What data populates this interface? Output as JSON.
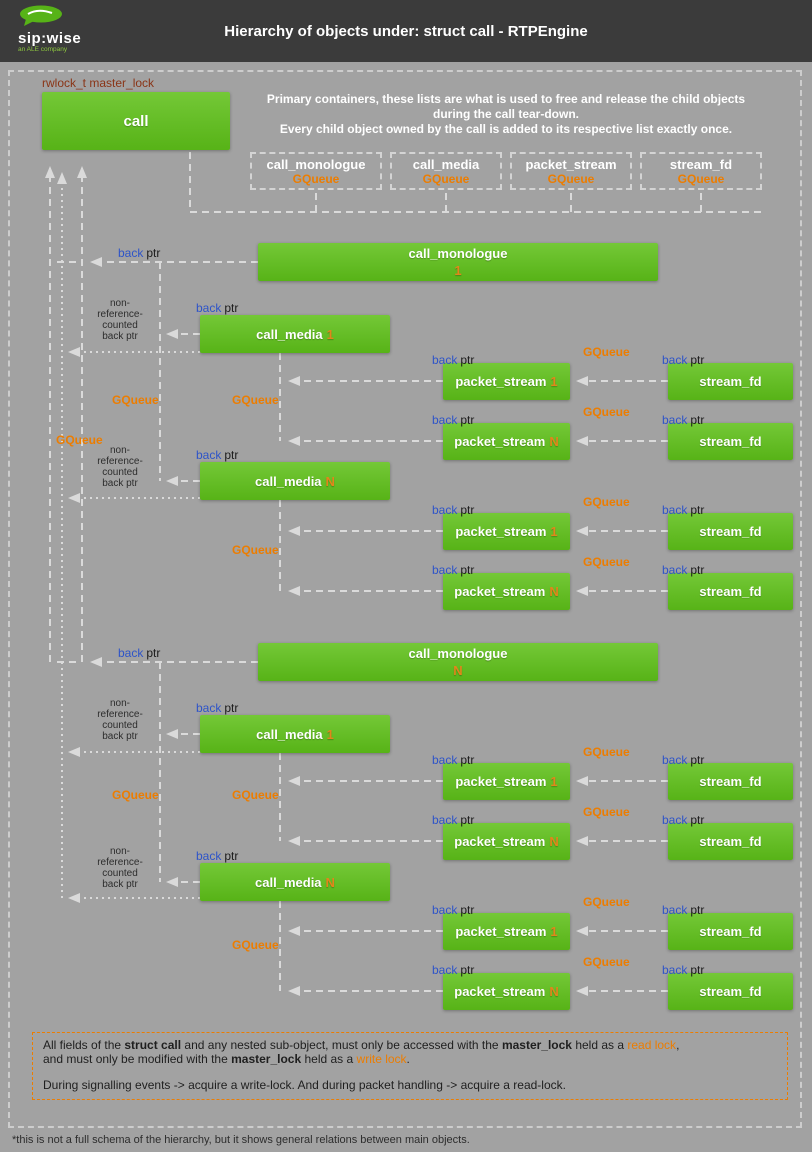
{
  "header": {
    "title": "Hierarchy of objects under: struct call - RTPEngine",
    "logo": {
      "name": "sip:wise",
      "tagline": "an ALE company"
    }
  },
  "master_lock_label": "rwlock_t master_lock",
  "call": {
    "label": "call"
  },
  "intro": {
    "line1": "Primary containers, these lists are what is used to free and release the child objects during the call tear-down.",
    "line2": "Every child object owned by the call is added to its respective list exactly once."
  },
  "containers": [
    {
      "name": "call_monologue",
      "type": "GQueue"
    },
    {
      "name": "call_media",
      "type": "GQueue"
    },
    {
      "name": "packet_stream",
      "type": "GQueue"
    },
    {
      "name": "stream_fd",
      "type": "GQueue"
    }
  ],
  "labels": {
    "back": "back",
    "ptr": "ptr",
    "gqueue": "GQueue",
    "non_ref_lines": [
      "non-",
      "reference-",
      "counted",
      "back ptr"
    ]
  },
  "monologues": [
    {
      "name": "call_monologue",
      "suffix": "1",
      "media": [
        {
          "name": "call_media",
          "suffix": "1",
          "streams": [
            {
              "ps_name": "packet_stream",
              "ps_suffix": "1",
              "fd_name": "stream_fd"
            },
            {
              "ps_name": "packet_stream",
              "ps_suffix": "N",
              "fd_name": "stream_fd"
            }
          ]
        },
        {
          "name": "call_media",
          "suffix": "N",
          "streams": [
            {
              "ps_name": "packet_stream",
              "ps_suffix": "1",
              "fd_name": "stream_fd"
            },
            {
              "ps_name": "packet_stream",
              "ps_suffix": "N",
              "fd_name": "stream_fd"
            }
          ]
        }
      ]
    },
    {
      "name": "call_monologue",
      "suffix": "N",
      "media": [
        {
          "name": "call_media",
          "suffix": "1",
          "streams": [
            {
              "ps_name": "packet_stream",
              "ps_suffix": "1",
              "fd_name": "stream_fd"
            },
            {
              "ps_name": "packet_stream",
              "ps_suffix": "N",
              "fd_name": "stream_fd"
            }
          ]
        },
        {
          "name": "call_media",
          "suffix": "N",
          "streams": [
            {
              "ps_name": "packet_stream",
              "ps_suffix": "1",
              "fd_name": "stream_fd"
            },
            {
              "ps_name": "packet_stream",
              "ps_suffix": "N",
              "fd_name": "stream_fd"
            }
          ]
        }
      ]
    }
  ],
  "legend": {
    "a1": "All fields of the ",
    "a2": "struct call",
    "a3": " and any nested sub-object, must only be accessed with the ",
    "a4": "master_lock",
    "a5": " held as a ",
    "a6": "read lock",
    "a7": ",",
    "b1": "and must only be modified with the ",
    "b2": "master_lock",
    "b3": " held as a ",
    "b4": "write lock",
    "b5": ".",
    "c": "During signalling events -> acquire a write-lock. And during packet handling -> acquire a read-lock."
  },
  "footnote": "*this is not a full schema of the hierarchy, but it shows general relations between main objects.",
  "colors": {
    "green": "#57b317",
    "green-light": "#74c837",
    "orange": "#ec7d01",
    "suffix-orange": "#e1861b",
    "blue": "#2e54c8",
    "dark-red": "#8a3517",
    "line": "#dadada",
    "bg": "#a2a2a2",
    "header-bg": "#3b3b3b"
  }
}
